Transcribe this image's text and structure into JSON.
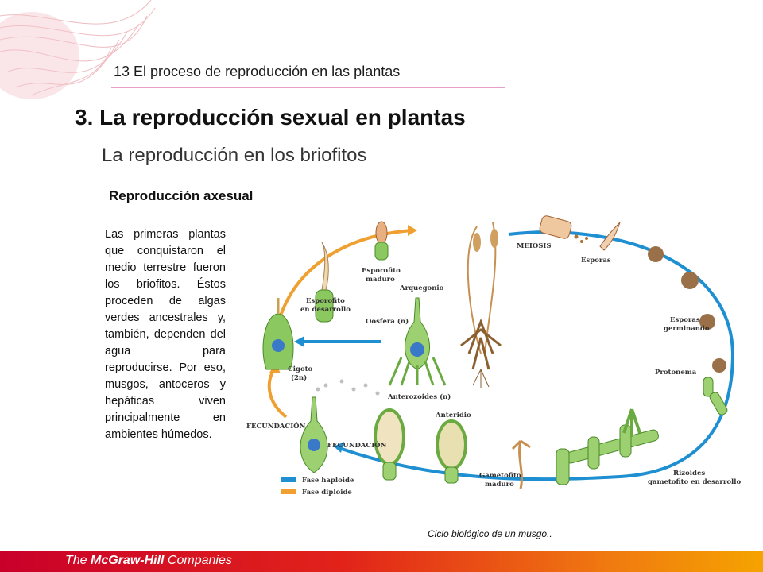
{
  "header": {
    "chapter": "13 El proceso de reproducción en las plantas",
    "title": "3. La reproducción sexual en plantas",
    "subtitle": "La reproducción en los briofitos",
    "section": "Reproducción axesual"
  },
  "body_text": "Las primeras plantas que conquistaron el medio terrestre fueron los briofitos. Éstos proceden de algas verdes ancestrales y, también, dependen del agua para reproducirse. Por eso, musgos, antoceros y hepáticas viven principalmente en ambientes húmedos.",
  "diagram": {
    "labels": {
      "esporofito_maduro_1": "Esporofito",
      "esporofito_maduro_2": "maduro",
      "arquegonio": "Arquegonio",
      "meiosis": "MEIOSIS",
      "esporas": "Esporas",
      "esporofito_desarrollo_1": "Esporofito",
      "esporofito_desarrollo_2": "en desarrollo",
      "oosfera": "Oosfera (n)",
      "esporas_germinando_1": "Esporas",
      "esporas_germinando_2": "germinando",
      "cigoto_1": "Cigoto",
      "cigoto_2": "(2n)",
      "protonema": "Protonema",
      "anterozoides": "Anterozoides (n)",
      "anteridio": "Anteridio",
      "fecundacion_1": "FECUNDACIÓN",
      "fecundacion_2": "FECUNDACIÓN",
      "gametofito_maduro_1": "Gametofito",
      "gametofito_maduro_2": "maduro",
      "rizoides_1": "Rizoides",
      "rizoides_2": "gametofito en desarrollo"
    },
    "legend": {
      "haploide": "Fase haploide",
      "diploide": "Fase diploide"
    },
    "colors": {
      "haploid": "#1e8fd0",
      "diploid": "#f0a030"
    }
  },
  "caption": "Ciclo biológico de un musgo..",
  "footer": {
    "brand_prefix": "The ",
    "brand_name": "McGraw-Hill",
    "brand_suffix": " Companies"
  }
}
